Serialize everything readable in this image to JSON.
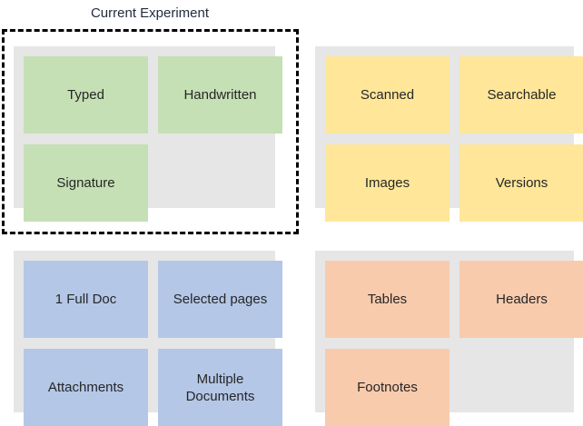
{
  "highlight": {
    "label": "Current Experiment",
    "border_style": "dashed",
    "border_color": "#000000"
  },
  "palette": {
    "background": "#ffffff",
    "panel_background": "#e6e6e6",
    "green": "#c5e0b4",
    "yellow": "#ffe699",
    "blue": "#b4c7e7",
    "orange": "#f8cbad",
    "text": "#262626",
    "title_text": "#1f2b3d"
  },
  "quadrants": [
    {
      "id": "document-type",
      "color": "green",
      "highlighted": true,
      "cells": [
        {
          "label": "Typed",
          "filled": true
        },
        {
          "label": "Handwritten",
          "filled": true
        },
        {
          "label": "Signature",
          "filled": true
        },
        {
          "label": "",
          "filled": false
        }
      ]
    },
    {
      "id": "document-quality",
      "color": "yellow",
      "highlighted": false,
      "cells": [
        {
          "label": "Scanned",
          "filled": true
        },
        {
          "label": "Searchable",
          "filled": true
        },
        {
          "label": "Images",
          "filled": true
        },
        {
          "label": "Versions",
          "filled": true
        }
      ]
    },
    {
      "id": "document-scope",
      "color": "blue",
      "highlighted": false,
      "cells": [
        {
          "label": "1 Full Doc",
          "filled": true
        },
        {
          "label": "Selected pages",
          "filled": true
        },
        {
          "label": "Attachments",
          "filled": true
        },
        {
          "label": "Multiple Documents",
          "filled": true
        }
      ]
    },
    {
      "id": "document-structure",
      "color": "orange",
      "highlighted": false,
      "cells": [
        {
          "label": "Tables",
          "filled": true
        },
        {
          "label": "Headers",
          "filled": true
        },
        {
          "label": "Footnotes",
          "filled": true
        },
        {
          "label": "",
          "filled": false
        }
      ]
    }
  ]
}
